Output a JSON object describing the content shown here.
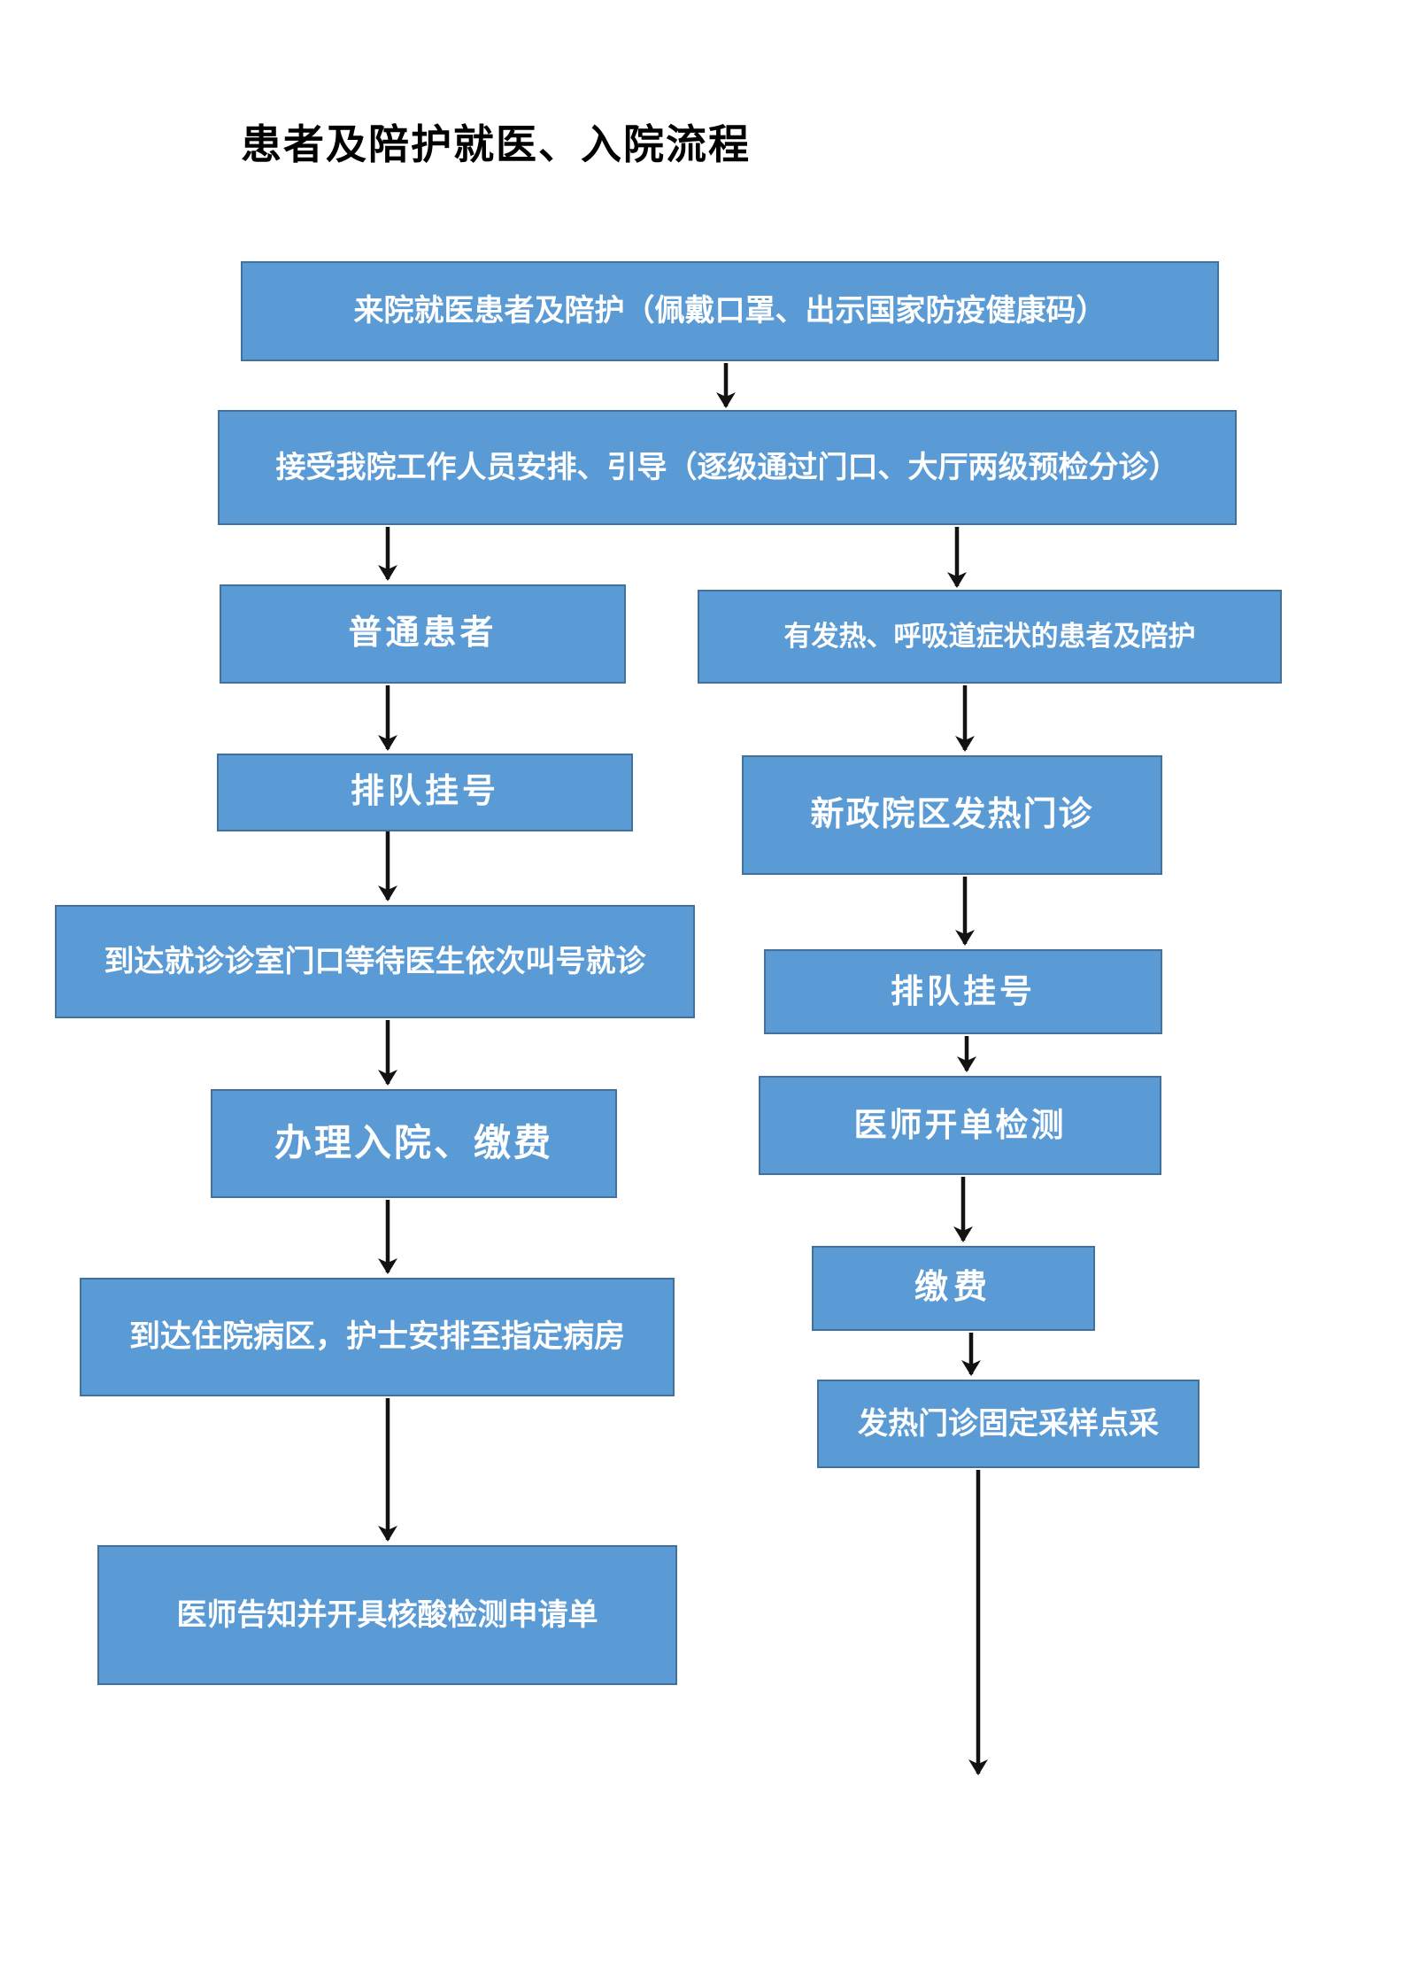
{
  "page": {
    "title": "患者及陪护就医、入院流程"
  },
  "colors": {
    "box_fill": "#5B9BD5",
    "box_border": "#41719C",
    "arrow": "#121212",
    "title_color": "#000000",
    "background": "#FFFFFF"
  },
  "nodes": {
    "arrival": {
      "label": "来院就医患者及陪护（佩戴口罩、出示国家防疫健康码）"
    },
    "guidance": {
      "label": "接受我院工作人员安排、引导（逐级通过门口、大厅两级预检分诊）"
    },
    "ordinary_patient": {
      "label": "普通患者"
    },
    "queue_register_left": {
      "label": "排队挂号"
    },
    "clinic_waiting": {
      "label": "到达就诊诊室门口等待医生依次叫号就诊"
    },
    "admission_payment": {
      "label": "办理入院、缴费"
    },
    "ward_arrival": {
      "label": "到达住院病区，护士安排至指定病房"
    },
    "nucleic_acid_order": {
      "label": "医师告知并开具核酸检测申请单"
    },
    "fever_patient": {
      "label": "有发热、呼吸道症状的患者及陪护"
    },
    "fever_clinic": {
      "label": "新政院区发热门诊"
    },
    "queue_register_right": {
      "label": "排队挂号"
    },
    "doctor_test_order": {
      "label": "医师开单检测"
    },
    "payment": {
      "label": "缴费"
    },
    "sampling_point": {
      "label": "发热门诊固定采样点采"
    }
  }
}
